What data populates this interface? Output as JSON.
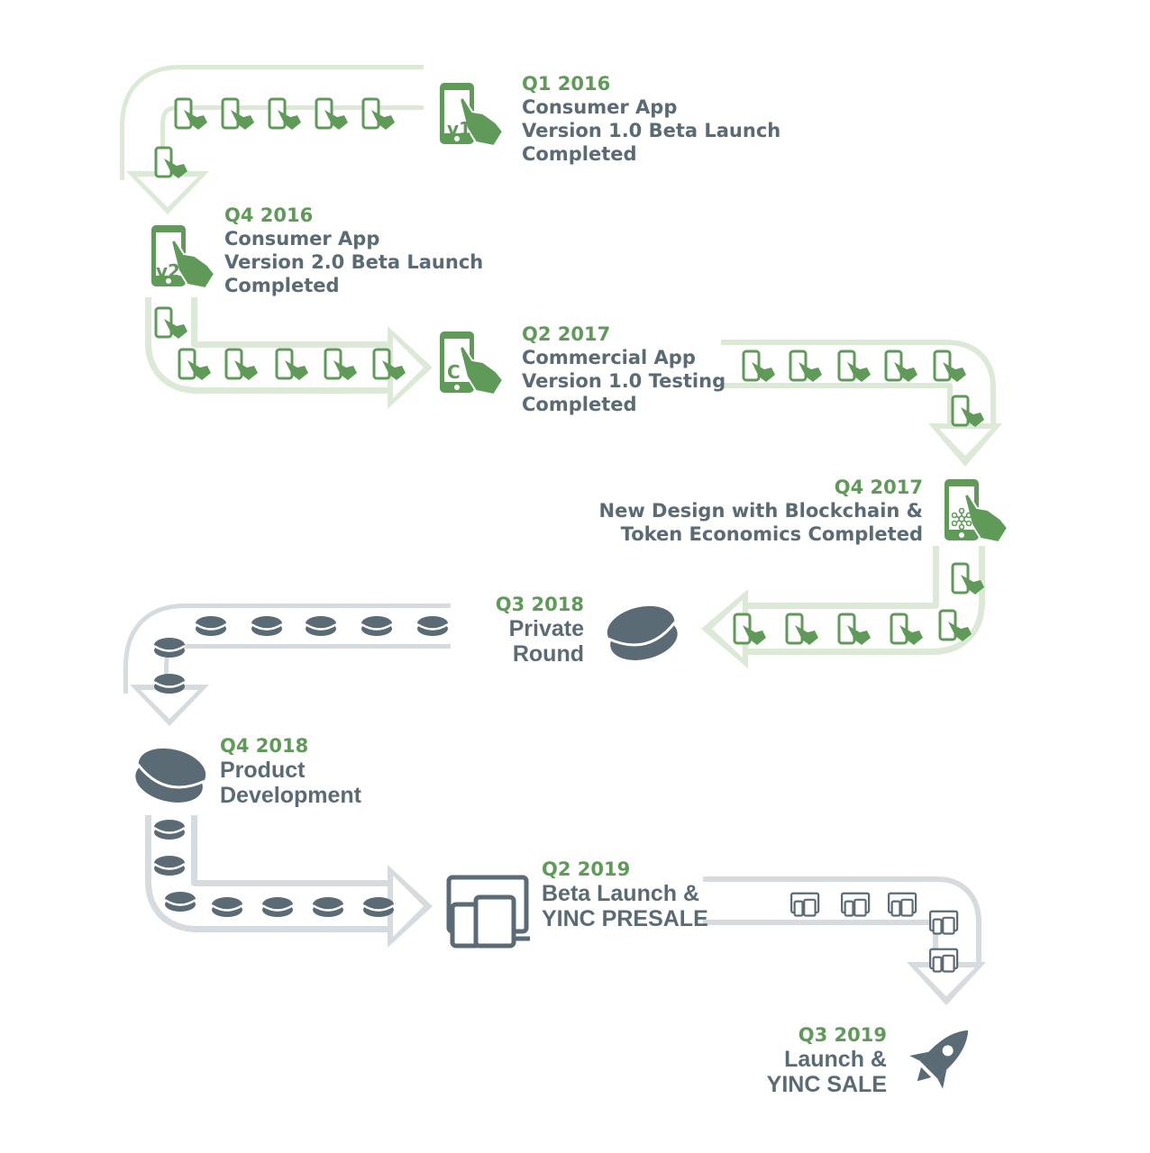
{
  "colors": {
    "green": "#5f9a59",
    "green_track": "#cfe3c8",
    "slate": "#5a6b75",
    "slate_track": "#c6ccd3"
  },
  "milestones": [
    {
      "period": "Q1 2016",
      "lines": [
        "Consumer App",
        "Version 1.0 Beta Launch",
        "Completed"
      ],
      "icon": "phone-v1-icon"
    },
    {
      "period": "Q4 2016",
      "lines": [
        "Consumer App",
        "Version 2.0 Beta Launch",
        "Completed"
      ],
      "icon": "phone-v2-icon"
    },
    {
      "period": "Q2 2017",
      "lines": [
        "Commercial App",
        "Version 1.0 Testing",
        "Completed"
      ],
      "icon": "phone-c-icon"
    },
    {
      "period": "Q4 2017",
      "lines": [
        "New Design with Blockchain &",
        "Token Economics Completed"
      ],
      "icon": "phone-blockchain-icon"
    },
    {
      "period": "Q3 2018",
      "lines": [
        "Private",
        "Round"
      ],
      "icon": "coin-icon"
    },
    {
      "period": "Q4 2018",
      "lines": [
        "Product",
        "Development"
      ],
      "icon": "coin-icon"
    },
    {
      "period": "Q2 2019",
      "lines": [
        "Beta Launch &",
        "YINC PRESALE"
      ],
      "icon": "devices-icon"
    },
    {
      "period": "Q3 2019",
      "lines": [
        "Launch &",
        "YINC SALE"
      ],
      "icon": "rocket-icon"
    }
  ],
  "icon_labels": {
    "v1": "v1",
    "v2": "v2",
    "c": "C"
  }
}
